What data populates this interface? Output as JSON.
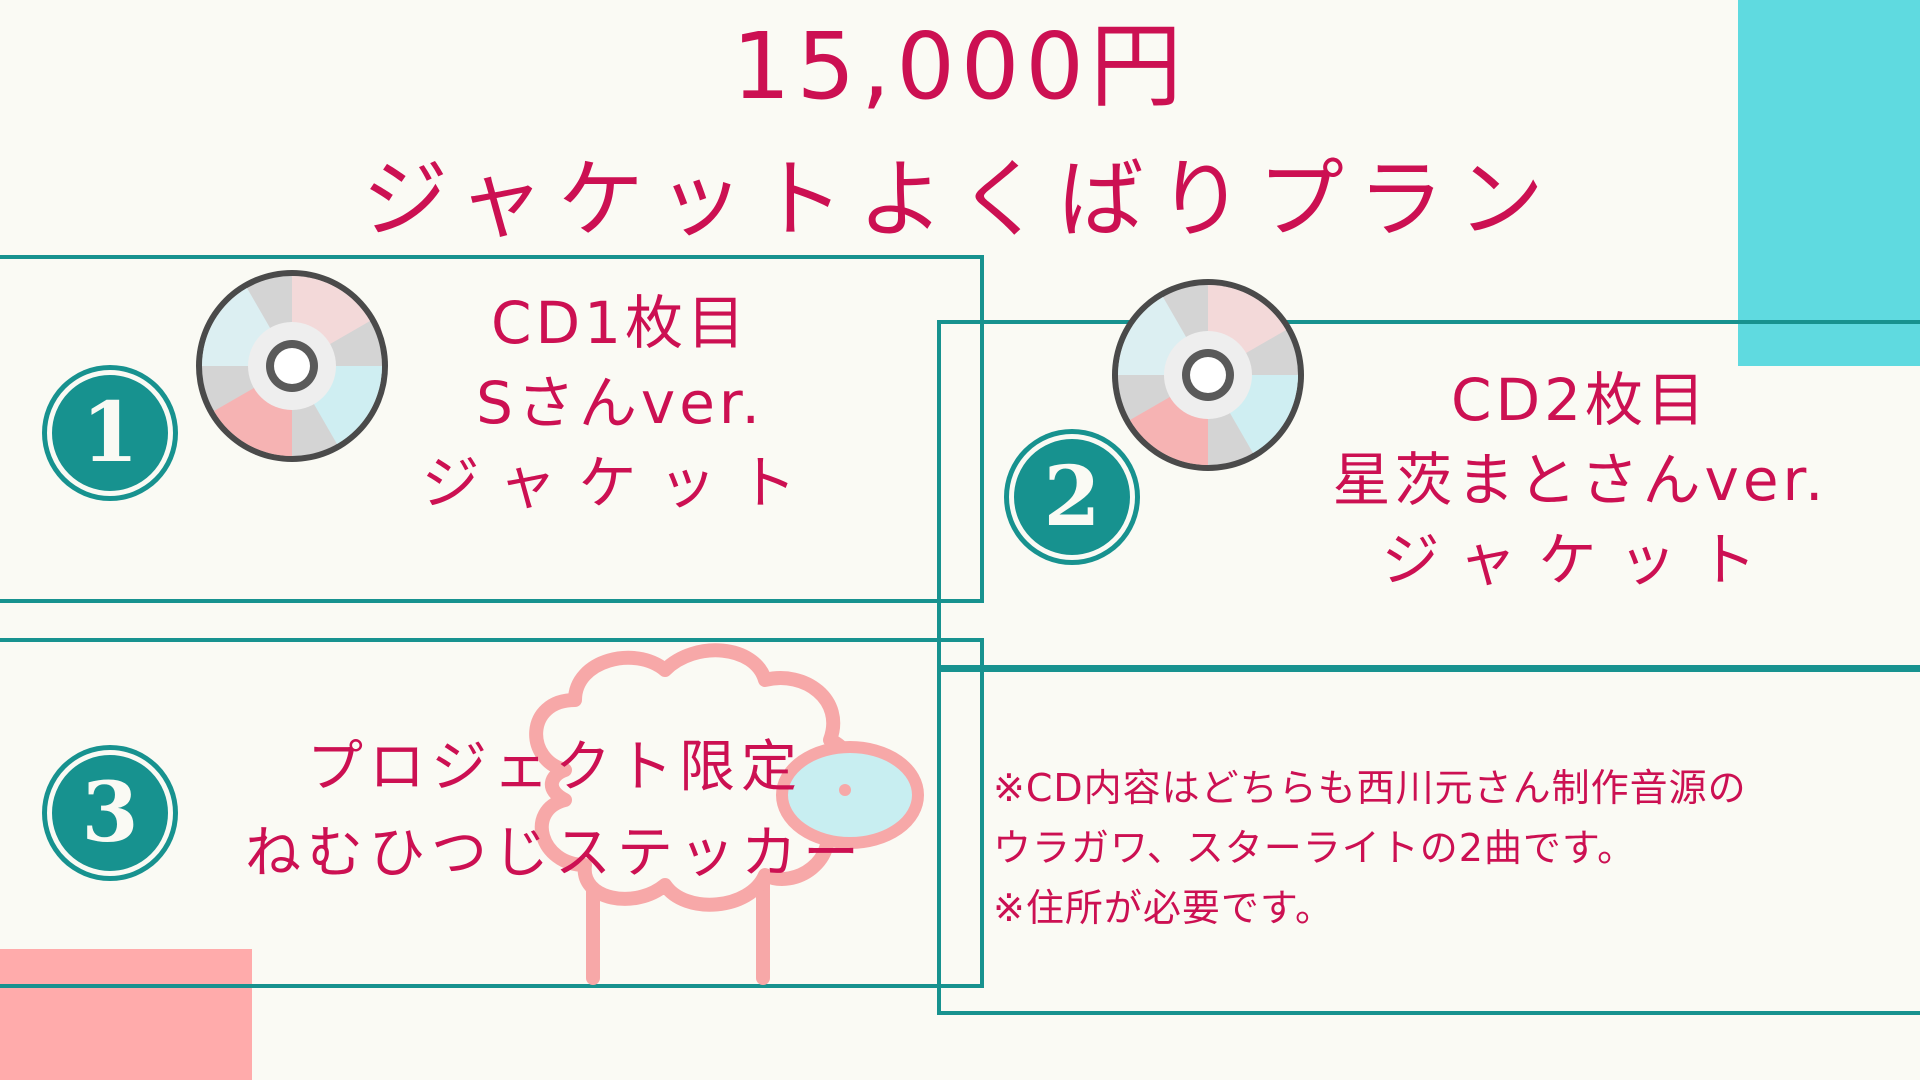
{
  "header": {
    "price": "15,000円",
    "plan_name": "ジャケットよくばりプラン"
  },
  "items": [
    {
      "number": "1",
      "lines": [
        "CD1枚目",
        "Sさんver.",
        "ジャケット"
      ]
    },
    {
      "number": "2",
      "lines": [
        "CD2枚目",
        "星茨まとさんver.",
        "ジャケット"
      ]
    },
    {
      "number": "3",
      "lines": [
        "プロジェクト限定",
        "ねむひつじステッカー"
      ]
    }
  ],
  "notes": [
    "※CD内容はどちらも西川元さん制作音源の",
    "ウラガワ、スターライトの2曲です。",
    "※住所が必要です。"
  ],
  "icons": [
    "cd-disc-icon",
    "sheep-icon"
  ],
  "colors": {
    "text": "#cc1052",
    "frame": "#17928f",
    "accent_cyan": "#5fdae0",
    "accent_pink": "#ffabab",
    "background": "#fafaf4"
  }
}
